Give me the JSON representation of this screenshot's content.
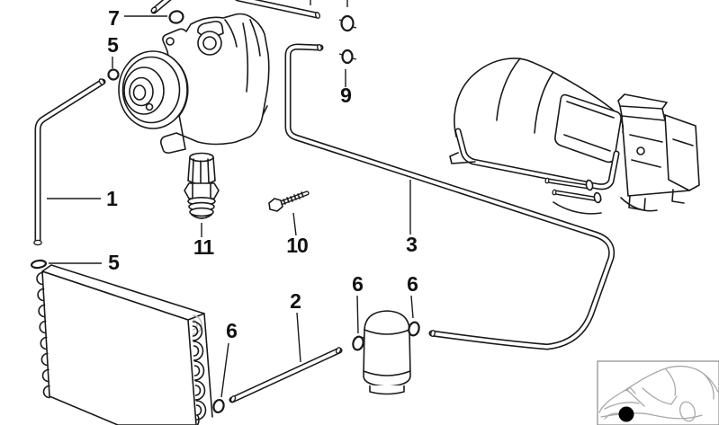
{
  "diagram": {
    "background_color": "#ffffff",
    "line_color": "#1a1a1a",
    "callouts": {
      "c7": {
        "label": "7"
      },
      "c5a": {
        "label": "5"
      },
      "c1": {
        "label": "1"
      },
      "c5b": {
        "label": "5"
      },
      "c9": {
        "label": "9"
      },
      "c11": {
        "label": "11"
      },
      "c10": {
        "label": "10"
      },
      "c3": {
        "label": "3"
      },
      "c2": {
        "label": "2"
      },
      "c6a": {
        "label": "6"
      },
      "c6b": {
        "label": "6"
      },
      "c6c": {
        "label": "6"
      }
    },
    "inset": {
      "marker_color": "#000000",
      "border_color": "#8a8a8a",
      "car_line_color": "#a8a8a8"
    }
  }
}
